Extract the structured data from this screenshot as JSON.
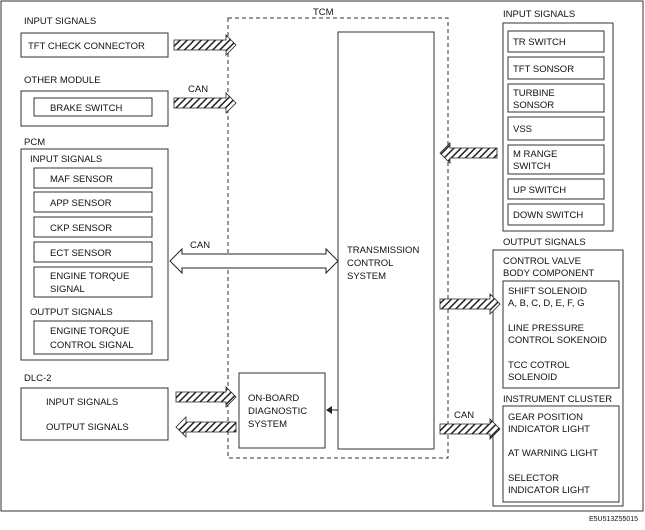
{
  "tcm": {
    "title": "TCM",
    "core_lines": [
      "TRANSMISSION",
      "CONTROL",
      "SYSTEM"
    ],
    "obd_lines": [
      "ON-BOARD",
      "DIAGNOSTIC",
      "SYSTEM"
    ]
  },
  "left": {
    "input_header": "INPUT SIGNALS",
    "tft_connector": "TFT CHECK CONNECTOR",
    "other_header": "OTHER MODULE",
    "brake_switch": "BRAKE SWITCH",
    "can_label_top": "CAN",
    "pcm": {
      "header": "PCM",
      "input_header": "INPUT SIGNALS",
      "inputs": [
        [
          "MAF SENSOR"
        ],
        [
          "APP SENSOR"
        ],
        [
          "CKP SENSOR"
        ],
        [
          "ECT SENSOR"
        ],
        [
          "ENGINE TORQUE",
          "SIGNAL"
        ]
      ],
      "output_header": "OUTPUT SIGNALS",
      "output_lines": [
        "ENGINE TORQUE",
        "CONTROL SIGNAL"
      ]
    },
    "can_label_mid": "CAN",
    "dlc": {
      "header": "DLC-2",
      "input": "INPUT SIGNALS",
      "output": "OUTPUT SIGNALS"
    }
  },
  "right": {
    "input_header": "INPUT SIGNALS",
    "inputs": [
      [
        "TR SWITCH"
      ],
      [
        "TFT SONSOR"
      ],
      [
        "TURBINE",
        "SONSOR"
      ],
      [
        "VSS"
      ],
      [
        "M RANGE",
        "SWITCH"
      ],
      [
        "UP SWITCH"
      ],
      [
        "DOWN SWITCH"
      ]
    ],
    "output_header": "OUTPUT SIGNALS",
    "cv_lines": [
      "CONTROL VALVE",
      "BODY COMPONENT"
    ],
    "cv_items": [
      [
        "SHIFT SOLENOID",
        "A, B, C, D, E, F, G"
      ],
      [
        "LINE PRESSURE",
        "CONTROL SOKENOID"
      ],
      [
        "TCC COTROL",
        "SOLENOID"
      ]
    ],
    "can_label": "CAN",
    "ic_header": "INSTRUMENT CLUSTER",
    "ic_items": [
      [
        "GEAR POSITION",
        "INDICATOR LIGHT"
      ],
      [
        "AT WARNING LIGHT"
      ],
      [
        "SELECTOR",
        "INDICATOR LIGHT"
      ]
    ]
  },
  "figure_code": "E5U513Z55015",
  "colors": {
    "line": "#333333",
    "hatch": "#222222",
    "background": "#ffffff"
  }
}
